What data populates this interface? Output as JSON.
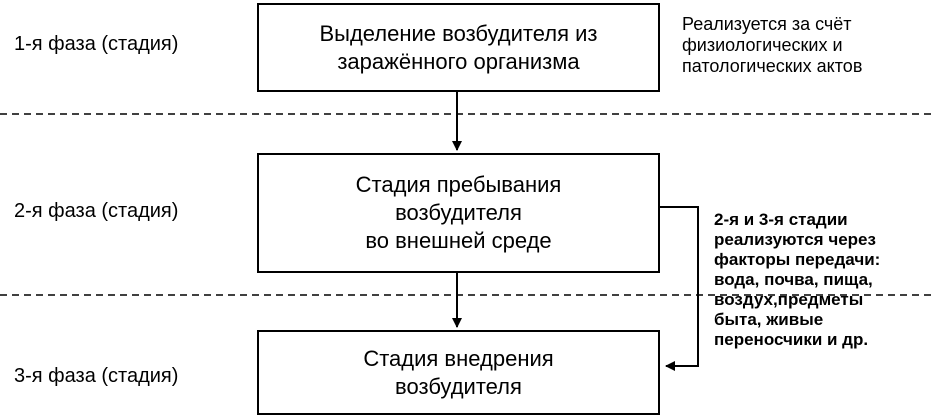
{
  "phases": [
    {
      "label": "1-я фаза (стадия)"
    },
    {
      "label": "2-я фаза (стадия)"
    },
    {
      "label": "3-я фаза (стадия)"
    }
  ],
  "stages": [
    {
      "lines": [
        "Выделение возбудителя из",
        "заражённого организма"
      ]
    },
    {
      "lines": [
        "Стадия пребывания",
        "возбудителя",
        "во внешней среде"
      ]
    },
    {
      "lines": [
        "Стадия внедрения",
        "возбудителя"
      ]
    }
  ],
  "notes": {
    "stage1": [
      "Реализуется за счёт",
      "физиологических и",
      "патологических актов"
    ],
    "stage23": [
      "2-я и 3-я стадии",
      "реализуются через",
      "факторы передачи:",
      "вода, почва, пища,",
      "воздух,предметы",
      "быта, живые",
      "переносчики и др."
    ]
  }
}
